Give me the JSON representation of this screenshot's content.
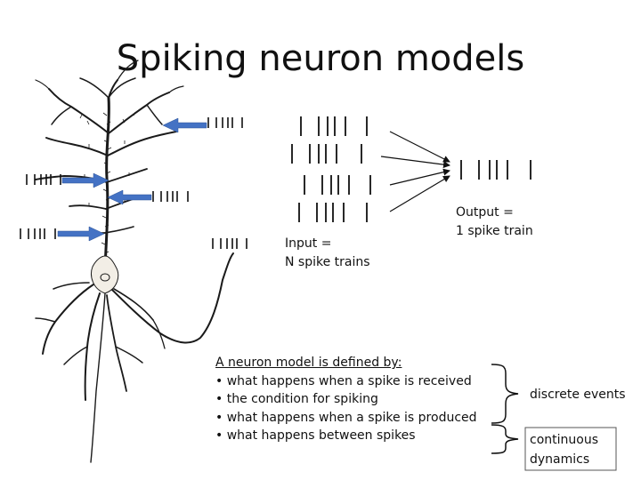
{
  "slide": {
    "title": "Spiking neuron models"
  },
  "labels": {
    "input_line1": "Input =",
    "input_line2": "N spike trains",
    "output_line1": "Output =",
    "output_line2": "1 spike train",
    "discrete": "discrete events",
    "continuous_line1": "continuous",
    "continuous_line2": "dynamics"
  },
  "definition": {
    "header": "A neuron model is defined by:",
    "items": [
      "• what happens when a spike is received",
      "• the condition for spiking",
      "• what happens when a spike is produced",
      "• what happens between spikes"
    ]
  },
  "colors": {
    "arrow": "#4472c4",
    "soma": "#f2eee6",
    "neuron": "#1a1a1a"
  }
}
